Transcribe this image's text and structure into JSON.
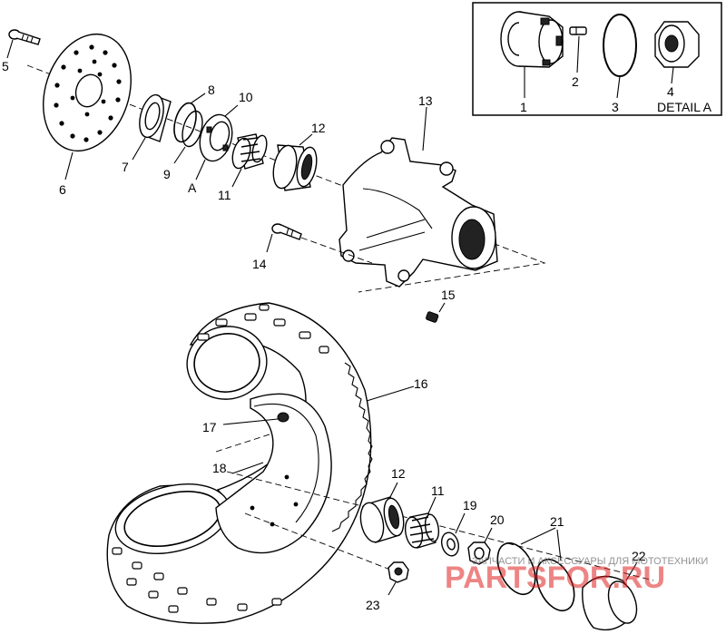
{
  "labels": {
    "p1": "1",
    "p2": "2",
    "p3": "3",
    "p4": "4",
    "p5": "5",
    "p6": "6",
    "p7": "7",
    "p8": "8",
    "p9": "9",
    "p10": "10",
    "p11a": "11",
    "p12a": "12",
    "p13": "13",
    "p14": "14",
    "p15": "15",
    "p16": "16",
    "p17": "17",
    "p18": "18",
    "p12b": "12",
    "p11b": "11",
    "p19": "19",
    "p20": "20",
    "p21": "21",
    "p22": "22",
    "p23": "23",
    "ref_a": "A"
  },
  "detail_caption": "DETAIL A",
  "watermark": {
    "tagline": "ЗАПЧАСТИ И АКСЕССУАРЫ ДЛЯ МОТОТЕХНИКИ",
    "brand": "PARTSFOR.RU"
  },
  "colors": {
    "ink": "#000000",
    "watermark_red": "#e02020"
  }
}
